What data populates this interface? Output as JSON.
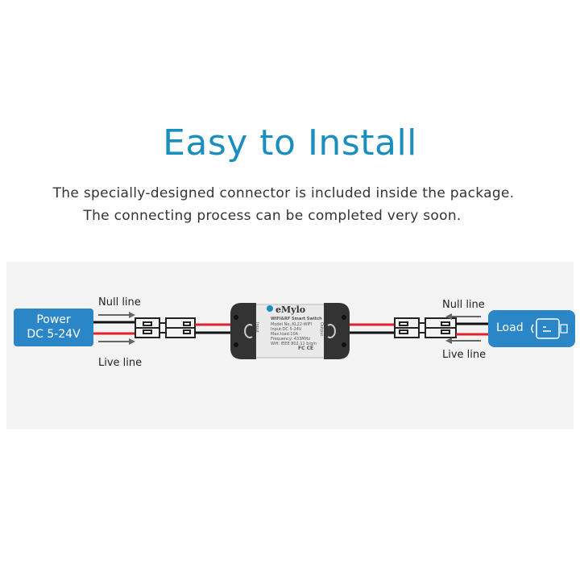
{
  "title": "Easy to Install",
  "subtitle_line1": "The specially-designed connector is included inside the package.",
  "subtitle_line2": "The connecting process can be completed very soon.",
  "power_box": {
    "line1": "Power",
    "line2": "DC 5-24V"
  },
  "load_box": {
    "label": "Load"
  },
  "left_labels": {
    "null": "Null line",
    "live": "Live line"
  },
  "right_labels": {
    "null": "Null line",
    "live": "Live line"
  },
  "device": {
    "brand": "eMylo",
    "model_title": "WIFI&RF Smart Switch",
    "specs": [
      "Model No.:KL22-WIFI",
      "Input:DC 5-24V",
      "Max.load:10A",
      "Frequency: 433MHz",
      "Wifi: IEEE 802.11 b/g/n"
    ],
    "port_in": "Input",
    "port_out": "Output",
    "cert": "FC CE"
  },
  "colors": {
    "title": "#1a8fbf",
    "box": "#2b86c8",
    "wire_red": "#e0222a",
    "wire_black": "#111111"
  }
}
